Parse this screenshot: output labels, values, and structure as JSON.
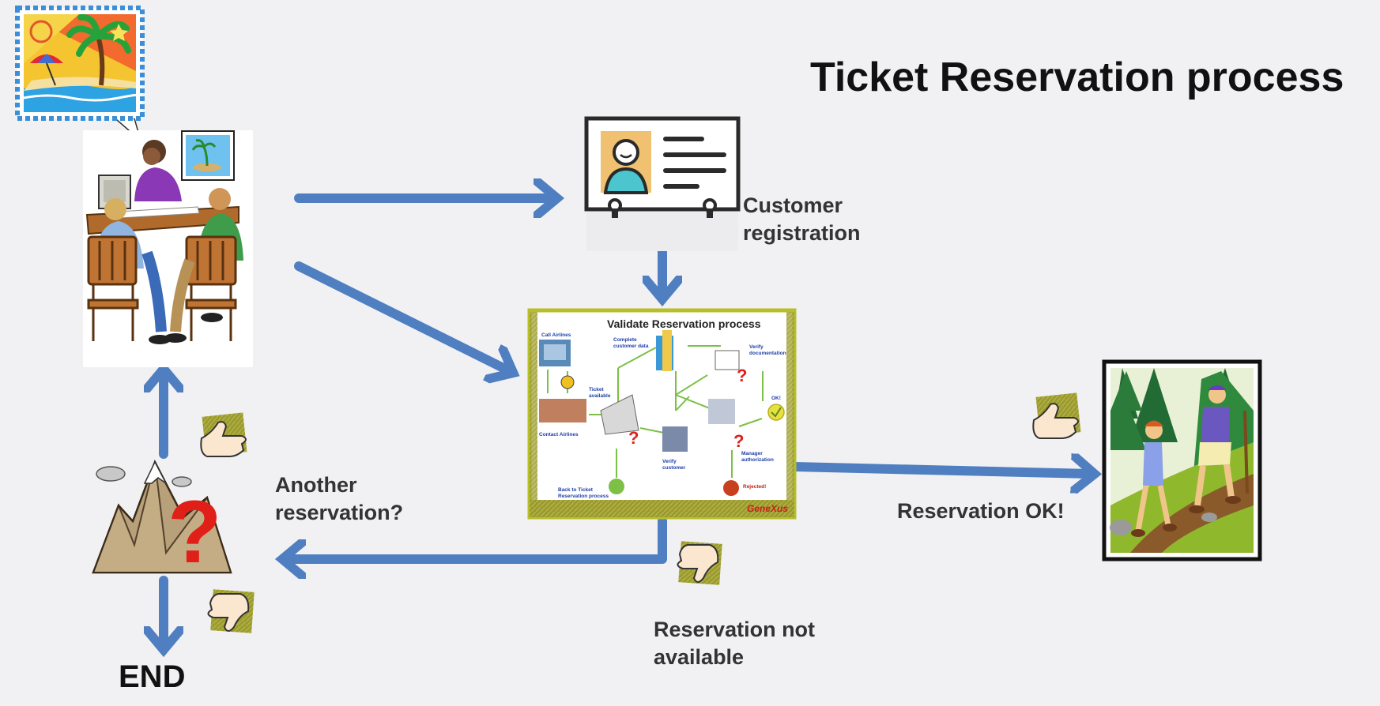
{
  "title": "Ticket Reservation process",
  "labels": {
    "customer_registration_1": "Customer",
    "customer_registration_2": "registration",
    "another_reservation_1": "Another",
    "another_reservation_2": "reservation?",
    "reservation_ok": "Reservation OK!",
    "not_available_1": "Reservation not",
    "not_available_2": "available",
    "end": "END"
  },
  "validate_panel": {
    "title": "Validate Reservation process",
    "brand": "GeneXus",
    "items": {
      "call_airlines": "Call Airlines",
      "complete_customer_1": "Complete",
      "complete_customer_2": "customer data",
      "verify_doc_1": "Verify",
      "verify_doc_2": "documentation",
      "ticket_available_1": "Ticket",
      "ticket_available_2": "available",
      "ok": "OK!",
      "contact_airlines": "Contact Airlines",
      "verify_customer_1": "Verify",
      "verify_customer_2": "customer",
      "manager_auth_1": "Manager",
      "manager_auth_2": "authorization",
      "back_to_ticket_1": "Back to Ticket",
      "back_to_ticket_2": "Reservation process",
      "rejected": "Rejected!"
    }
  },
  "colors": {
    "arrow": "#4f7fc1",
    "panel_border": "#b7c02a",
    "question_mark": "#e02018",
    "background": "#f1f1f3"
  }
}
